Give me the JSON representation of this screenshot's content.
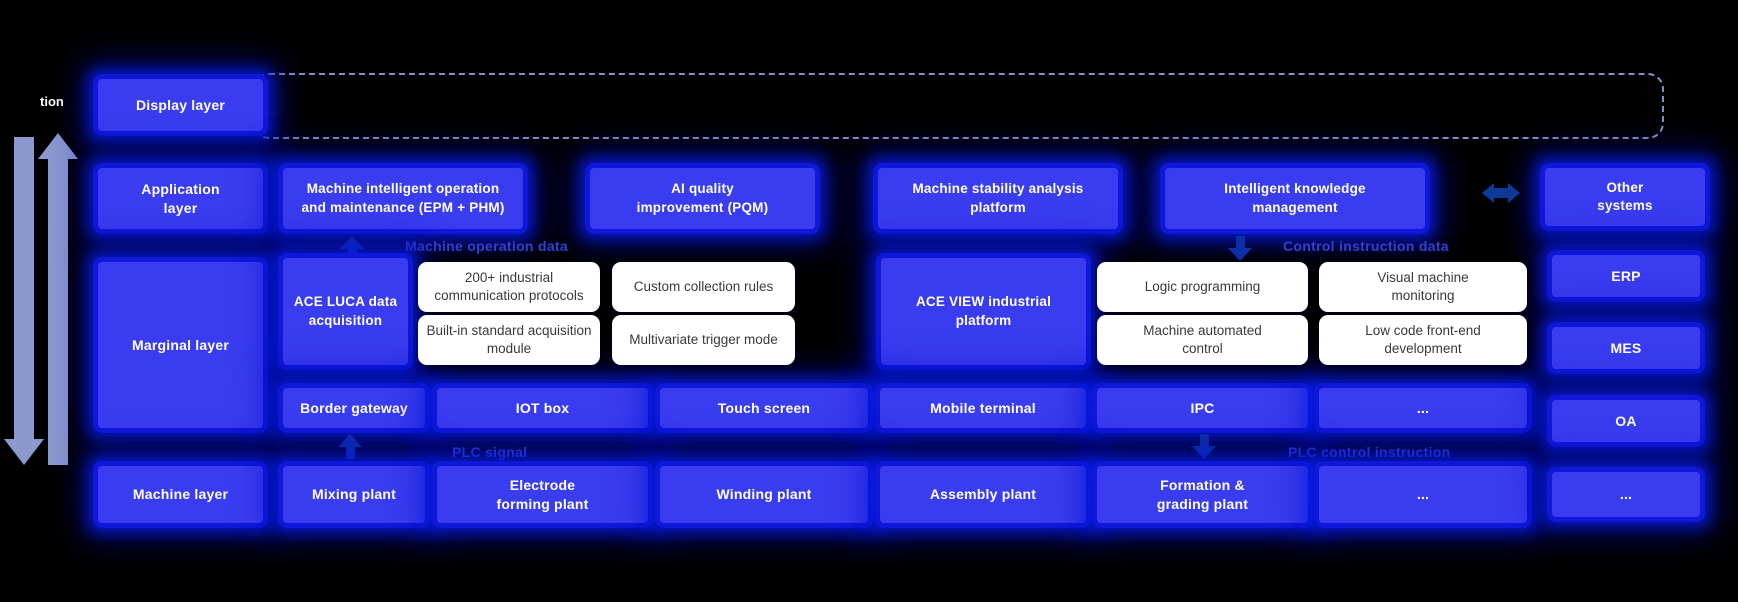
{
  "colors": {
    "bg": "#000000",
    "box-blue": "#3a3cf0",
    "white-box": "#ffffff",
    "white-box-text": "#3a3a3a",
    "flow-label": "#2f42d8",
    "side-arrow": "#8b99cf",
    "mini-arrow": "#0c2fa8",
    "dashed-border": "#8fa2dd",
    "link-arrow": "#0d3a96"
  },
  "clipped_fragment": "tion",
  "layer_column": [
    {
      "label": "Display layer"
    },
    {
      "label": "Application layer"
    },
    {
      "label": "Marginal layer"
    },
    {
      "label": "Machine layer"
    }
  ],
  "application_row": {
    "boxes": [
      {
        "label": "Machine intelligent operation and maintenance (EPM + PHM)"
      },
      {
        "label": "AI quality improvement (PQM)"
      },
      {
        "label": "Machine stability analysis platform"
      },
      {
        "label": "Intelligent knowledge management"
      }
    ]
  },
  "flow_labels": {
    "machine_operation_data": "Machine operation data",
    "control_instruction_data": "Control instruction data",
    "plc_signal": "PLC signal",
    "plc_control_instruction": "PLC control instruction"
  },
  "marginal_row": {
    "groups": [
      {
        "title": "ACE LUCA data acquisition",
        "features": [
          "200+ industrial communication protocols",
          "Custom collection rules",
          "Built-in standard acquisition module",
          "Multivariate trigger mode"
        ]
      },
      {
        "title": "ACE VIEW industrial platform",
        "features": [
          "Logic programming",
          "Visual machine monitoring",
          "Machine automated control",
          "Low code front-end development"
        ]
      }
    ],
    "devices": [
      {
        "label": "Border gateway"
      },
      {
        "label": "IOT box"
      },
      {
        "label": "Touch screen"
      },
      {
        "label": "Mobile terminal"
      },
      {
        "label": "IPC"
      },
      {
        "label": "..."
      }
    ]
  },
  "machine_row": [
    {
      "label": "Mixing plant"
    },
    {
      "label": "Electrode forming plant"
    },
    {
      "label": "Winding plant"
    },
    {
      "label": "Assembly plant"
    },
    {
      "label": "Formation & grading plant"
    },
    {
      "label": "..."
    }
  ],
  "right_column": {
    "top": "Other systems",
    "items": [
      {
        "label": "ERP"
      },
      {
        "label": "MES"
      },
      {
        "label": "OA"
      },
      {
        "label": "..."
      }
    ]
  }
}
